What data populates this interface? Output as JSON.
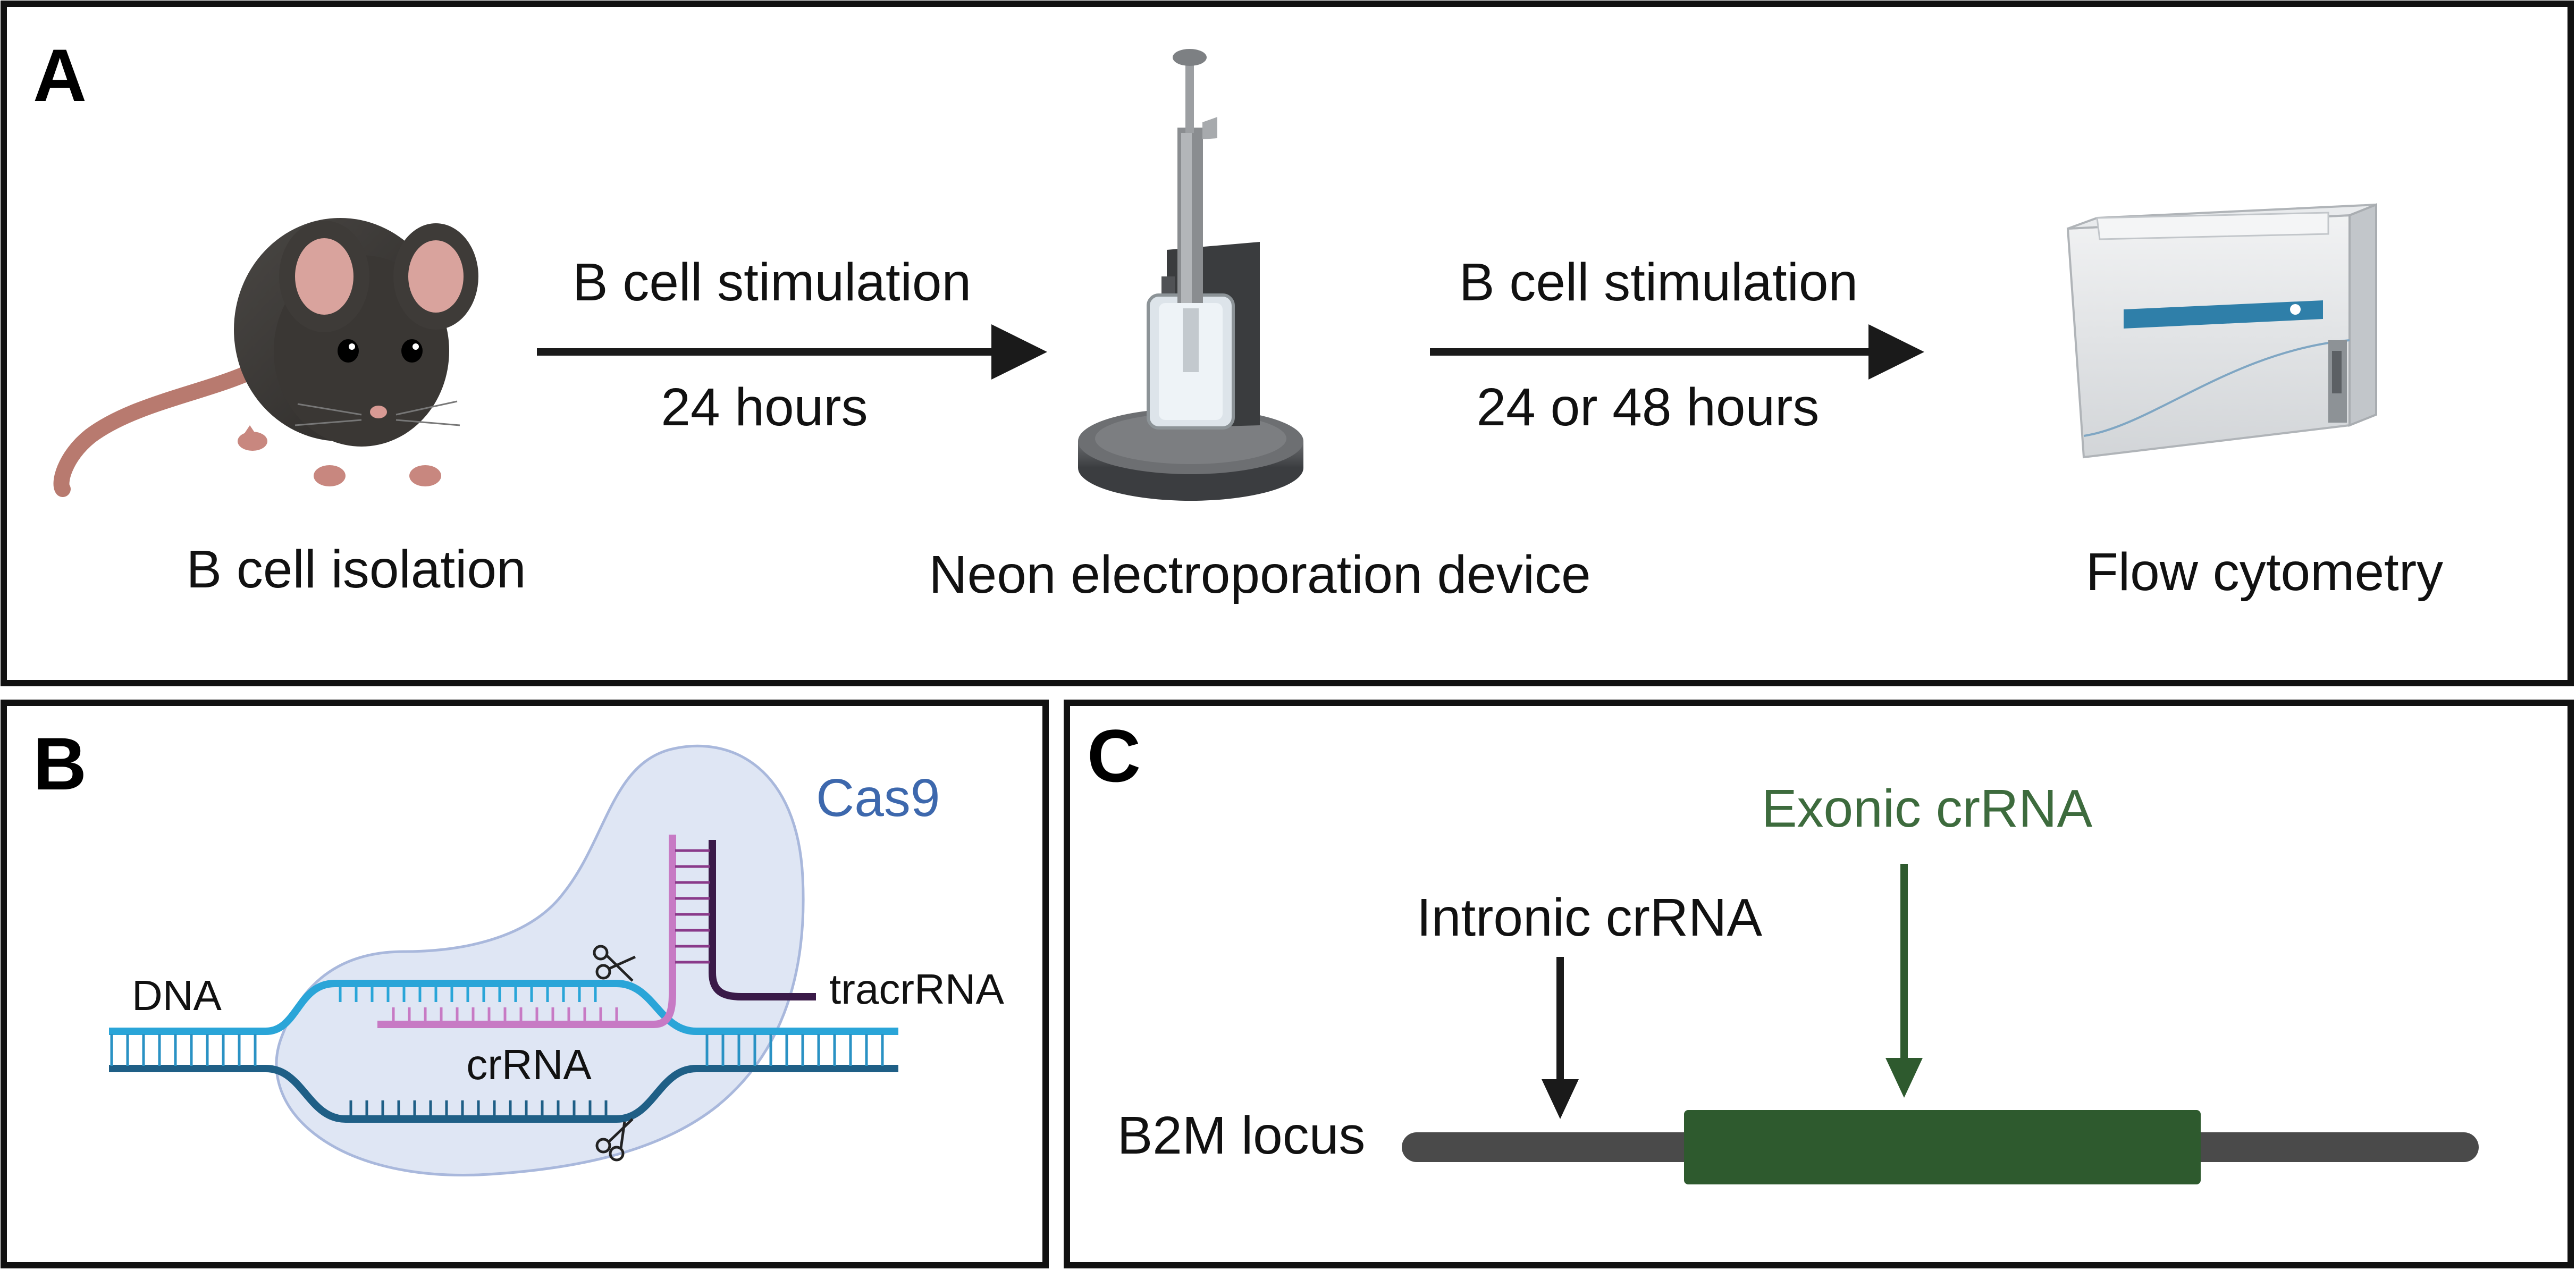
{
  "panel_a": {
    "letter": "A",
    "arrow1_top": "B cell stimulation",
    "arrow1_bottom": "24 hours",
    "arrow2_top": "B cell stimulation",
    "arrow2_bottom": "24 or 48 hours",
    "caption_mouse": "B cell isolation",
    "caption_device": "Neon electroporation device",
    "caption_cytometer": "Flow cytometry"
  },
  "panel_b": {
    "letter": "B",
    "cas9_label": "Cas9",
    "dna_label": "DNA",
    "crrna_label": "crRNA",
    "tracrrna_label": "tracrRNA"
  },
  "panel_c": {
    "letter": "C",
    "exonic_label": "Exonic crRNA",
    "intronic_label": "Intronic crRNA",
    "locus_label": "B2M locus"
  },
  "colors": {
    "frame": "#111111",
    "arrow": "#1a1a1a",
    "cas9_fill": "#dfe6f4",
    "cas9_text": "#3d68ad",
    "dna_light": "#2aa5d8",
    "dna_dark": "#1f5f86",
    "crrna": "#c77ac4",
    "tracrrna": "#3a1a48",
    "exon": "#2e5a2e",
    "exonic_text": "#3d6b3d",
    "intron": "#4a4a4a"
  }
}
